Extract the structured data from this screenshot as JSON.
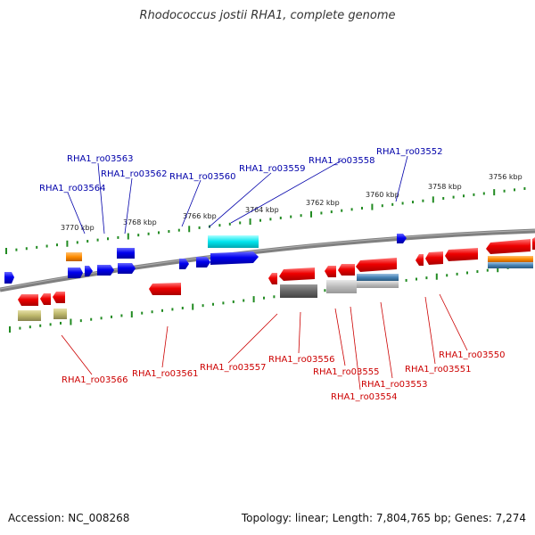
{
  "title": "Rhodococcus jostii RHA1, complete genome",
  "footer": {
    "accession": "Accession: NC_008268",
    "summary": "Topology: linear; Length: 7,804,765 bp; Genes: 7,274"
  },
  "colors": {
    "forward_label": "#0000aa",
    "reverse_label": "#cc0000",
    "backbone": "#808080",
    "tick": "#228b22",
    "gene_red": "#ee0000",
    "gene_blue": "#0000ee",
    "gene_cyan": "#00e5ee",
    "gene_orange": "#ff8c00",
    "gene_olive": "#bdb76b",
    "gene_gray": "#666666",
    "gene_lightgray": "#bbbbbb",
    "gene_steel": "#4682b4"
  },
  "scale_labels": [
    "3770 kbp",
    "3768 kbp",
    "3766 kbp",
    "3764 kbp",
    "3762 kbp",
    "3760 kbp",
    "3758 kbp",
    "3756 kbp"
  ],
  "forward_genes": [
    "RHA1_ro03563",
    "RHA1_ro03562",
    "RHA1_ro03564",
    "RHA1_ro03560",
    "RHA1_ro03559",
    "RHA1_ro03558",
    "RHA1_ro03552"
  ],
  "reverse_genes": [
    "RHA1_ro03566",
    "RHA1_ro03561",
    "RHA1_ro03557",
    "RHA1_ro03556",
    "RHA1_ro03555",
    "RHA1_ro03553",
    "RHA1_ro03554",
    "RHA1_ro03551",
    "RHA1_ro03550"
  ]
}
